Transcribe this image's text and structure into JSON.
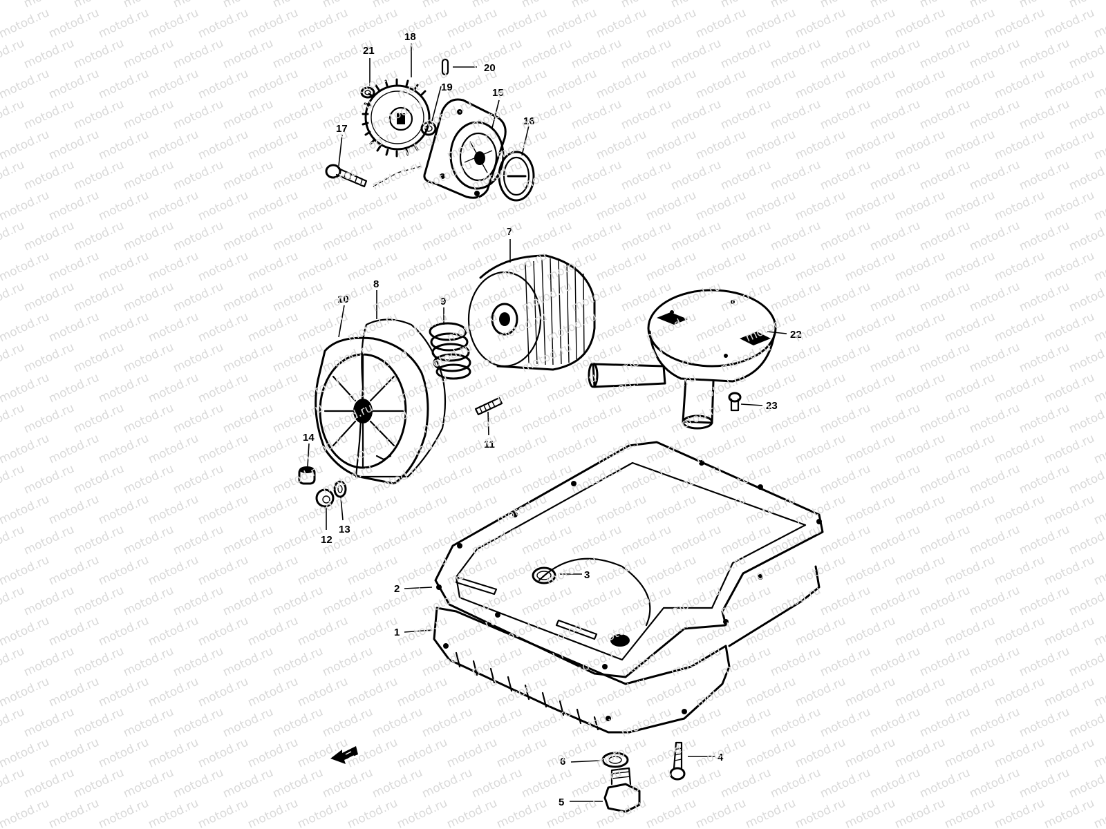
{
  "watermark": "motod.ru",
  "colors": {
    "ink": "#000000",
    "paper": "#ffffff",
    "watermark": "#d9d9d9"
  },
  "callouts": {
    "c1": "1",
    "c2": "2",
    "c3": "3",
    "c4": "4",
    "c5": "5",
    "c6": "6",
    "c7": "7",
    "c8": "8",
    "c9": "9",
    "c10": "10",
    "c11": "11",
    "c12": "12",
    "c13": "13",
    "c14": "14",
    "c15": "15",
    "c16": "16",
    "c17": "17",
    "c18": "18",
    "c19": "19",
    "c20": "20",
    "c21": "21",
    "c22": "22",
    "c23": "23"
  },
  "icons": {
    "front_arrow": "front-direction-arrow-icon"
  }
}
